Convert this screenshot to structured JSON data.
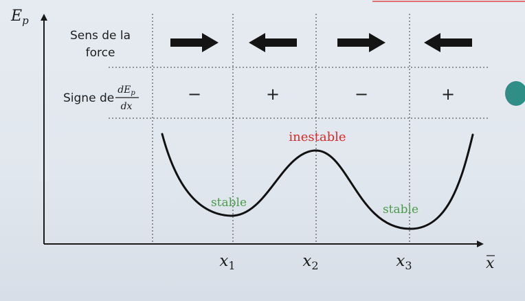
{
  "axes": {
    "y_label": "E",
    "y_label_sub": "p",
    "x_label": "x"
  },
  "positions": [
    {
      "label": "x",
      "sub": "1"
    },
    {
      "label": "x",
      "sub": "2"
    },
    {
      "label": "x",
      "sub": "3"
    }
  ],
  "rows": {
    "force_line1": "Sens de la",
    "force_line2": "force",
    "sign_prefix": "Signe de",
    "frac_num": "dE",
    "frac_num_sub": "p",
    "frac_den": "dx"
  },
  "force_directions": [
    "right",
    "left",
    "right",
    "left"
  ],
  "signs": [
    "−",
    "+",
    "−",
    "+"
  ],
  "equilibria": {
    "stable_1": "stable",
    "unstable": "inestable",
    "stable_2": "stable"
  },
  "colors": {
    "axis": "#1a1a1a",
    "curve": "#111111",
    "arrow": "#141414",
    "stable": "#4c9a4c",
    "unstable": "#d42a2a",
    "accent_dot": "#2f8f86",
    "top_rule": "#e06f6f"
  }
}
